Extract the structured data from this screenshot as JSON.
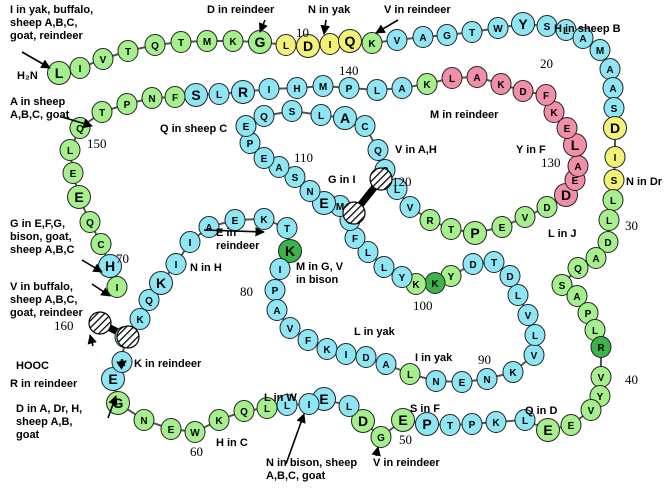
{
  "colors": {
    "blue": "#8ee6f5",
    "green": "#a5f08c",
    "yellow": "#f2f276",
    "pink": "#f28fa8",
    "dark_green": "#3bb34a",
    "stroke": "#222222"
  },
  "residues": [
    {
      "id": 1,
      "aa": "L",
      "c": "green",
      "big": true
    },
    {
      "id": 2,
      "aa": "I",
      "c": "green"
    },
    {
      "id": 3,
      "aa": "V",
      "c": "green"
    },
    {
      "id": 4,
      "aa": "T",
      "c": "green"
    },
    {
      "id": 5,
      "aa": "Q",
      "c": "green"
    },
    {
      "id": 6,
      "aa": "T",
      "c": "green"
    },
    {
      "id": 7,
      "aa": "M",
      "c": "green"
    },
    {
      "id": 8,
      "aa": "K",
      "c": "green"
    },
    {
      "id": 9,
      "aa": "G",
      "c": "green",
      "big": true
    },
    {
      "id": 10,
      "aa": "L",
      "c": "yellow"
    },
    {
      "id": 11,
      "aa": "D",
      "c": "yellow",
      "big": true
    },
    {
      "id": 12,
      "aa": "I",
      "c": "yellow"
    },
    {
      "id": 13,
      "aa": "Q",
      "c": "yellow",
      "big": true
    },
    {
      "id": 14,
      "aa": "K",
      "c": "green"
    },
    {
      "id": 15,
      "aa": "V",
      "c": "blue"
    },
    {
      "id": 16,
      "aa": "A",
      "c": "blue"
    },
    {
      "id": 17,
      "aa": "G",
      "c": "blue"
    },
    {
      "id": 18,
      "aa": "T",
      "c": "blue"
    },
    {
      "id": 19,
      "aa": "W",
      "c": "blue"
    },
    {
      "id": 20,
      "aa": "Y",
      "c": "blue",
      "big": true
    },
    {
      "id": 21,
      "aa": "S",
      "c": "blue"
    },
    {
      "id": 22,
      "aa": "L",
      "c": "blue"
    },
    {
      "id": 23,
      "aa": "A",
      "c": "blue"
    },
    {
      "id": 24,
      "aa": "M",
      "c": "blue"
    },
    {
      "id": 25,
      "aa": "A",
      "c": "blue"
    },
    {
      "id": 26,
      "aa": "A",
      "c": "blue"
    },
    {
      "id": 27,
      "aa": "S",
      "c": "blue"
    },
    {
      "id": 28,
      "aa": "D",
      "c": "yellow",
      "big": true
    },
    {
      "id": 29,
      "aa": "I",
      "c": "yellow"
    },
    {
      "id": 30,
      "aa": "S",
      "c": "yellow"
    },
    {
      "id": 31,
      "aa": "L",
      "c": "green"
    },
    {
      "id": 32,
      "aa": "L",
      "c": "green"
    },
    {
      "id": 33,
      "aa": "D",
      "c": "green"
    },
    {
      "id": 34,
      "aa": "A",
      "c": "green"
    },
    {
      "id": 35,
      "aa": "Q",
      "c": "green"
    },
    {
      "id": 36,
      "aa": "S",
      "c": "green"
    },
    {
      "id": 37,
      "aa": "A",
      "c": "green"
    },
    {
      "id": 38,
      "aa": "P",
      "c": "green"
    },
    {
      "id": 39,
      "aa": "L",
      "c": "green"
    },
    {
      "id": 40,
      "aa": "R",
      "c": "dark_green"
    },
    {
      "id": 41,
      "aa": "V",
      "c": "green"
    },
    {
      "id": 42,
      "aa": "Y",
      "c": "green"
    },
    {
      "id": 43,
      "aa": "V",
      "c": "green"
    },
    {
      "id": 44,
      "aa": "E",
      "c": "green"
    },
    {
      "id": 45,
      "aa": "E",
      "c": "green",
      "big": true
    },
    {
      "id": 46,
      "aa": "L",
      "c": "blue"
    },
    {
      "id": 47,
      "aa": "K",
      "c": "blue"
    },
    {
      "id": 48,
      "aa": "P",
      "c": "blue"
    },
    {
      "id": 49,
      "aa": "T",
      "c": "blue"
    },
    {
      "id": 50,
      "aa": "P",
      "c": "blue",
      "big": true
    },
    {
      "id": 51,
      "aa": "E",
      "c": "green",
      "big": true
    },
    {
      "id": 52,
      "aa": "G",
      "c": "green"
    },
    {
      "id": 53,
      "aa": "D",
      "c": "green",
      "big": true
    },
    {
      "id": 54,
      "aa": "L",
      "c": "blue"
    },
    {
      "id": 55,
      "aa": "E",
      "c": "blue",
      "big": true
    },
    {
      "id": 56,
      "aa": "I",
      "c": "blue"
    },
    {
      "id": 57,
      "aa": "L",
      "c": "blue"
    },
    {
      "id": 58,
      "aa": "L",
      "c": "green"
    },
    {
      "id": 59,
      "aa": "Q",
      "c": "green"
    },
    {
      "id": 60,
      "aa": "K",
      "c": "green"
    },
    {
      "id": 61,
      "aa": "W",
      "c": "green"
    },
    {
      "id": 62,
      "aa": "E",
      "c": "green"
    },
    {
      "id": 63,
      "aa": "N",
      "c": "green"
    },
    {
      "id": 64,
      "aa": "G",
      "c": "green",
      "big": true
    },
    {
      "id": 65,
      "aa": "E",
      "c": "blue",
      "big": true
    },
    {
      "id": 66,
      "aa": "A",
      "c": "blue"
    },
    {
      "id": 67,
      "aa": "A",
      "c": "blue"
    },
    {
      "id": 68,
      "aa": "K",
      "c": "blue"
    },
    {
      "id": 69,
      "aa": "Q",
      "c": "blue"
    },
    {
      "id": 70,
      "aa": "K",
      "c": "blue",
      "big": true
    },
    {
      "id": 71,
      "aa": "I",
      "c": "blue"
    },
    {
      "id": 72,
      "aa": "I",
      "c": "blue"
    },
    {
      "id": 73,
      "aa": "A",
      "c": "blue"
    },
    {
      "id": 74,
      "aa": "E",
      "c": "blue"
    },
    {
      "id": 75,
      "aa": "K",
      "c": "blue"
    },
    {
      "id": 76,
      "aa": "T",
      "c": "blue"
    },
    {
      "id": 77,
      "aa": "K",
      "c": "dark_green",
      "big": true
    },
    {
      "id": 78,
      "aa": "I",
      "c": "blue"
    },
    {
      "id": 79,
      "aa": "P",
      "c": "blue"
    },
    {
      "id": 80,
      "aa": "A",
      "c": "blue"
    },
    {
      "id": 81,
      "aa": "V",
      "c": "blue"
    },
    {
      "id": 82,
      "aa": "F",
      "c": "blue"
    },
    {
      "id": 83,
      "aa": "K",
      "c": "blue"
    },
    {
      "id": 84,
      "aa": "I",
      "c": "blue"
    },
    {
      "id": 85,
      "aa": "D",
      "c": "blue"
    },
    {
      "id": 86,
      "aa": "A",
      "c": "blue"
    },
    {
      "id": 87,
      "aa": "L",
      "c": "green"
    },
    {
      "id": 88,
      "aa": "N",
      "c": "blue"
    },
    {
      "id": 89,
      "aa": "E",
      "c": "blue"
    },
    {
      "id": 90,
      "aa": "N",
      "c": "blue"
    },
    {
      "id": 91,
      "aa": "K",
      "c": "blue"
    },
    {
      "id": 92,
      "aa": "V",
      "c": "blue"
    },
    {
      "id": 93,
      "aa": "L",
      "c": "blue"
    },
    {
      "id": 94,
      "aa": "V",
      "c": "blue"
    },
    {
      "id": 95,
      "aa": "L",
      "c": "blue"
    },
    {
      "id": 96,
      "aa": "D",
      "c": "blue"
    },
    {
      "id": 97,
      "aa": "T",
      "c": "blue"
    },
    {
      "id": 98,
      "aa": "D",
      "c": "blue"
    },
    {
      "id": 99,
      "aa": "Y",
      "c": "green"
    },
    {
      "id": 100,
      "aa": "K",
      "c": "dark_green"
    },
    {
      "id": 101,
      "aa": "K",
      "c": "green"
    },
    {
      "id": 102,
      "aa": "Y",
      "c": "blue"
    },
    {
      "id": 103,
      "aa": "L",
      "c": "blue"
    },
    {
      "id": 104,
      "aa": "L",
      "c": "blue"
    },
    {
      "id": 105,
      "aa": "F",
      "c": "blue"
    },
    {
      "id": 106,
      "aa": "C",
      "c": "blue"
    },
    {
      "id": 107,
      "aa": "M",
      "c": "blue"
    },
    {
      "id": 108,
      "aa": "E",
      "c": "blue",
      "big": true
    },
    {
      "id": 109,
      "aa": "N",
      "c": "blue"
    },
    {
      "id": 110,
      "aa": "S",
      "c": "blue"
    },
    {
      "id": 111,
      "aa": "A",
      "c": "blue"
    },
    {
      "id": 112,
      "aa": "E",
      "c": "blue"
    },
    {
      "id": 113,
      "aa": "P",
      "c": "blue"
    },
    {
      "id": 114,
      "aa": "E",
      "c": "blue"
    },
    {
      "id": 115,
      "aa": "Q",
      "c": "blue"
    },
    {
      "id": 116,
      "aa": "S",
      "c": "blue"
    },
    {
      "id": 117,
      "aa": "L",
      "c": "blue"
    },
    {
      "id": 118,
      "aa": "A",
      "c": "blue",
      "big": true
    },
    {
      "id": 119,
      "aa": "C",
      "c": "blue"
    },
    {
      "id": 120,
      "aa": "Q",
      "c": "blue"
    },
    {
      "id": 121,
      "aa": "C",
      "c": "blue"
    },
    {
      "id": 122,
      "aa": "L",
      "c": "blue"
    },
    {
      "id": 123,
      "aa": "V",
      "c": "blue"
    },
    {
      "id": 124,
      "aa": "R",
      "c": "green"
    },
    {
      "id": 125,
      "aa": "T",
      "c": "green"
    },
    {
      "id": 126,
      "aa": "P",
      "c": "green",
      "big": true
    },
    {
      "id": 127,
      "aa": "E",
      "c": "green"
    },
    {
      "id": 128,
      "aa": "V",
      "c": "green"
    },
    {
      "id": 129,
      "aa": "D",
      "c": "green"
    },
    {
      "id": 130,
      "aa": "D",
      "c": "pink",
      "big": true
    },
    {
      "id": 131,
      "aa": "E",
      "c": "pink"
    },
    {
      "id": 132,
      "aa": "A",
      "c": "pink"
    },
    {
      "id": 133,
      "aa": "L",
      "c": "pink",
      "big": true
    },
    {
      "id": 134,
      "aa": "E",
      "c": "pink"
    },
    {
      "id": 135,
      "aa": "K",
      "c": "pink"
    },
    {
      "id": 136,
      "aa": "F",
      "c": "pink"
    },
    {
      "id": 137,
      "aa": "D",
      "c": "pink"
    },
    {
      "id": 138,
      "aa": "K",
      "c": "pink"
    },
    {
      "id": 139,
      "aa": "A",
      "c": "pink"
    },
    {
      "id": 140,
      "aa": "L",
      "c": "pink"
    },
    {
      "id": 141,
      "aa": "K",
      "c": "green"
    },
    {
      "id": 142,
      "aa": "A",
      "c": "blue"
    },
    {
      "id": 143,
      "aa": "L",
      "c": "blue"
    },
    {
      "id": 144,
      "aa": "P",
      "c": "blue"
    },
    {
      "id": 145,
      "aa": "M",
      "c": "blue"
    },
    {
      "id": 146,
      "aa": "H",
      "c": "blue"
    },
    {
      "id": 147,
      "aa": "I",
      "c": "blue"
    },
    {
      "id": 148,
      "aa": "R",
      "c": "blue",
      "big": true
    },
    {
      "id": 149,
      "aa": "L",
      "c": "blue"
    },
    {
      "id": 150,
      "aa": "S",
      "c": "blue",
      "big": true
    },
    {
      "id": 151,
      "aa": "F",
      "c": "green"
    },
    {
      "id": 152,
      "aa": "N",
      "c": "green"
    },
    {
      "id": 153,
      "aa": "P",
      "c": "green"
    },
    {
      "id": 154,
      "aa": "T",
      "c": "green"
    },
    {
      "id": 155,
      "aa": "Q",
      "c": "green"
    },
    {
      "id": 156,
      "aa": "L",
      "c": "green"
    },
    {
      "id": 157,
      "aa": "E",
      "c": "green"
    },
    {
      "id": 158,
      "aa": "E",
      "c": "green",
      "big": true
    },
    {
      "id": 159,
      "aa": "Q",
      "c": "green"
    },
    {
      "id": 160,
      "aa": "C",
      "c": "green"
    },
    {
      "id": 161,
      "aa": "H",
      "c": "blue",
      "big": true
    },
    {
      "id": 162,
      "aa": "I",
      "c": "green"
    }
  ],
  "terminals": {
    "n_terminus": "H₂N",
    "c_terminus": "HOOC"
  },
  "position_numbers": [
    "10",
    "20",
    "30",
    "40",
    "50",
    "60",
    "70",
    "80",
    "90",
    "100",
    "110",
    "120",
    "130",
    "140",
    "150",
    "160"
  ],
  "annotations": {
    "i_in_yak": "I in yak, buffalo,\nsheep A,B,C,\ngoat, reindeer",
    "d_in_reindeer_top": "D in reindeer",
    "n_in_yak": "N in yak",
    "v_in_reindeer_top": "V in reindeer",
    "h_in_sheep_b": "H in sheep B",
    "a_in_sheep": "A in sheep\nA,B,C, goat",
    "q_in_sheep_c": "Q in sheep C",
    "m_in_reindeer": "M in reindeer",
    "y_in_f": "Y in F",
    "n_in_dr": "N in Dr",
    "v_in_ah": "V in A,H",
    "g_in_i": "G in I",
    "l_in_j": "L in J",
    "g_in_efg": "G in E,F,G,\nbison, goat,\nsheep A,B,C",
    "e_in_reindeer": "E in\nreindeer",
    "n_in_h": "N in H",
    "m_in_gv": "M in G, V\nin bison",
    "v_in_buffalo": "V in buffalo,\nsheep A,B,C,\ngoat, reindeer",
    "k_in_reindeer": "K in reindeer",
    "l_in_yak": "L in yak",
    "i_in_yak_small": "I in yak",
    "r_in_reindeer": "R in reindeer",
    "d_in_a": "D in A, Dr, H,\nsheep A,B,\ngoat",
    "l_in_w": "L in W",
    "h_in_c": "H in C",
    "s_in_f": "S in F",
    "q_in_d": "Q in D",
    "n_in_bison": "N in bison, sheep\nA,B,C, goat",
    "v_in_reindeer_bottom": "V in reindeer"
  }
}
